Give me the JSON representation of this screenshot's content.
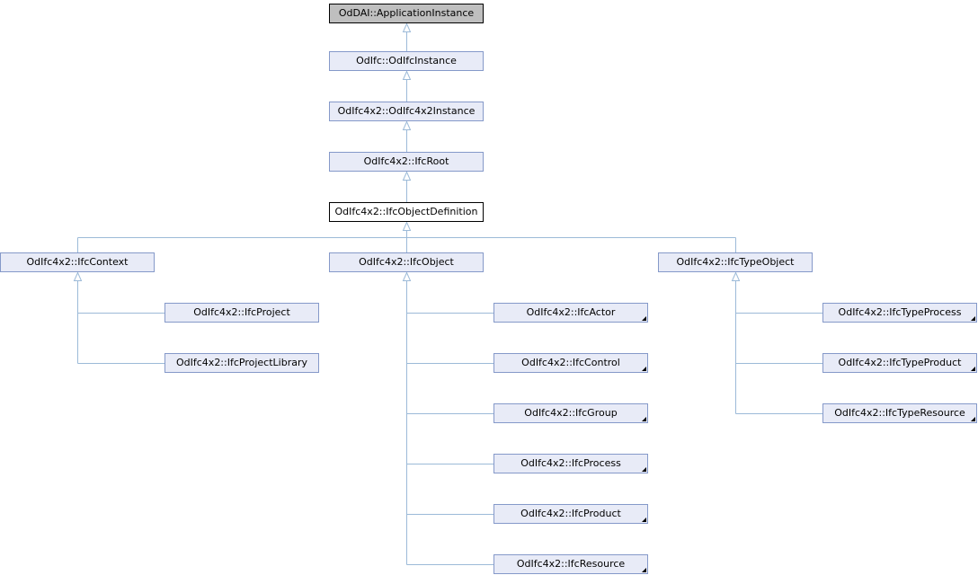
{
  "nodes": [
    {
      "id": "app",
      "label": "OdDAI::ApplicationInstance",
      "style": "hl",
      "more": false
    },
    {
      "id": "ifcinst",
      "label": "OdIfc::OdIfcInstance",
      "style": "",
      "more": false
    },
    {
      "id": "ifc4x2inst",
      "label": "OdIfc4x2::OdIfc4x2Instance",
      "style": "",
      "more": false
    },
    {
      "id": "root",
      "label": "OdIfc4x2::IfcRoot",
      "style": "",
      "more": false
    },
    {
      "id": "objdef",
      "label": "OdIfc4x2::IfcObjectDefinition",
      "style": "plain",
      "more": false
    },
    {
      "id": "context",
      "label": "OdIfc4x2::IfcContext",
      "style": "",
      "more": false
    },
    {
      "id": "object",
      "label": "OdIfc4x2::IfcObject",
      "style": "",
      "more": false
    },
    {
      "id": "typeobject",
      "label": "OdIfc4x2::IfcTypeObject",
      "style": "",
      "more": false
    },
    {
      "id": "project",
      "label": "OdIfc4x2::IfcProject",
      "style": "",
      "more": false
    },
    {
      "id": "projectlib",
      "label": "OdIfc4x2::IfcProjectLibrary",
      "style": "",
      "more": false
    },
    {
      "id": "actor",
      "label": "OdIfc4x2::IfcActor",
      "style": "",
      "more": true
    },
    {
      "id": "control",
      "label": "OdIfc4x2::IfcControl",
      "style": "",
      "more": true
    },
    {
      "id": "group",
      "label": "OdIfc4x2::IfcGroup",
      "style": "",
      "more": true
    },
    {
      "id": "process",
      "label": "OdIfc4x2::IfcProcess",
      "style": "",
      "more": true
    },
    {
      "id": "product",
      "label": "OdIfc4x2::IfcProduct",
      "style": "",
      "more": true
    },
    {
      "id": "resource",
      "label": "OdIfc4x2::IfcResource",
      "style": "",
      "more": true
    },
    {
      "id": "typeprocess",
      "label": "OdIfc4x2::IfcTypeProcess",
      "style": "",
      "more": true
    },
    {
      "id": "typeproduct",
      "label": "OdIfc4x2::IfcTypeProduct",
      "style": "",
      "more": true
    },
    {
      "id": "typeresource",
      "label": "OdIfc4x2::IfcTypeResource",
      "style": "",
      "more": true
    }
  ],
  "edges": [
    {
      "from": "ifcinst",
      "to": "app"
    },
    {
      "from": "ifc4x2inst",
      "to": "ifcinst"
    },
    {
      "from": "root",
      "to": "ifc4x2inst"
    },
    {
      "from": "objdef",
      "to": "root"
    },
    {
      "from": "context",
      "to": "objdef"
    },
    {
      "from": "object",
      "to": "objdef"
    },
    {
      "from": "typeobject",
      "to": "objdef"
    },
    {
      "from": "project",
      "to": "context"
    },
    {
      "from": "projectlib",
      "to": "context"
    },
    {
      "from": "actor",
      "to": "object"
    },
    {
      "from": "control",
      "to": "object"
    },
    {
      "from": "group",
      "to": "object"
    },
    {
      "from": "process",
      "to": "object"
    },
    {
      "from": "product",
      "to": "object"
    },
    {
      "from": "resource",
      "to": "object"
    },
    {
      "from": "typeprocess",
      "to": "typeobject"
    },
    {
      "from": "typeproduct",
      "to": "typeobject"
    },
    {
      "from": "typeresource",
      "to": "typeobject"
    }
  ],
  "colors": {
    "edge": "#9cbad8",
    "node_fill": "#e8ebf7",
    "node_border": "#8599c9",
    "highlight_fill": "#bfbfbf"
  }
}
